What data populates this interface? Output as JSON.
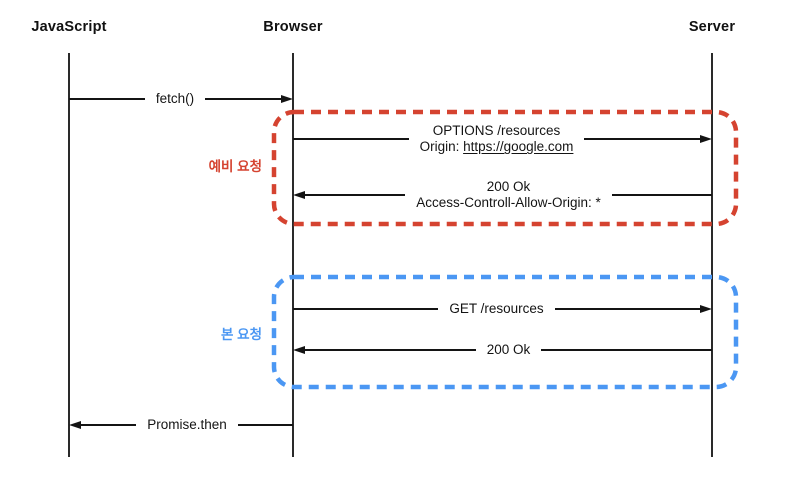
{
  "actors": [
    {
      "label": "JavaScript"
    },
    {
      "label": "Browser"
    },
    {
      "label": "Server"
    }
  ],
  "messages": {
    "fetch": {
      "label": "fetch()"
    },
    "options": {
      "line1": "OPTIONS /resources",
      "origin_prefix": "Origin: ",
      "origin_url": "https://google.com"
    },
    "preflight_response": {
      "line1": "200 Ok",
      "line2": "Access-Controll-Allow-Origin: *"
    },
    "get": {
      "label": "GET /resources"
    },
    "response": {
      "label": "200 Ok"
    },
    "promise": {
      "label": "Promise.then"
    }
  },
  "groups": {
    "preflight": {
      "label": "예비 요청",
      "color": "#d54330"
    },
    "main": {
      "label": "본 요청",
      "color": "#4b97f3"
    }
  }
}
